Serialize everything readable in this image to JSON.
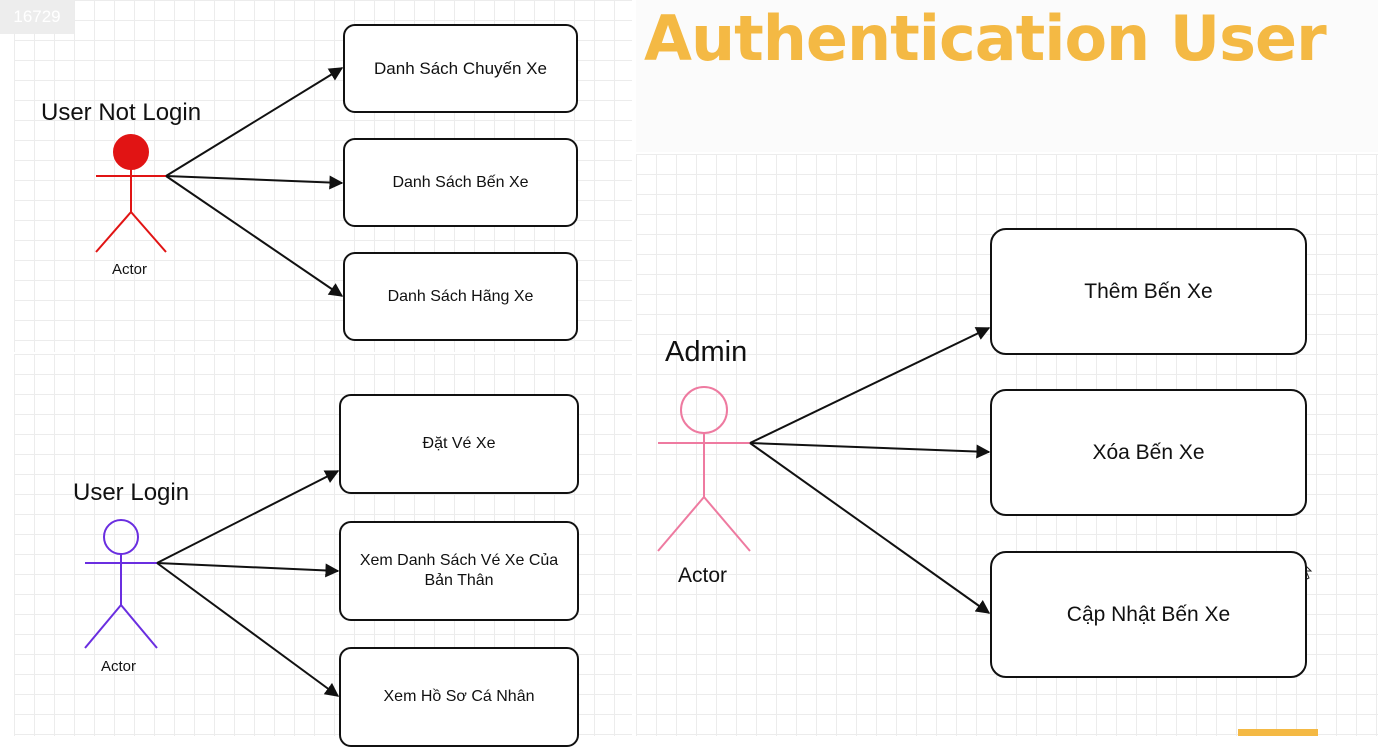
{
  "frame_id": "16729",
  "title": "Authentication User",
  "diagrams": {
    "not_login": {
      "role": "User Not Login",
      "actor_label": "Actor",
      "color": "#e11414",
      "use_cases": [
        "Danh Sách Chuyến Xe",
        "Danh Sách Bến Xe",
        "Danh Sách Hãng Xe"
      ]
    },
    "login": {
      "role": "User Login",
      "actor_label": "Actor",
      "color": "#6a2ee0",
      "use_cases": [
        "Đặt Vé Xe",
        "Xem Danh Sách Vé Xe Của Bản Thân",
        "Xem Hồ Sơ Cá Nhân"
      ]
    },
    "admin": {
      "role": "Admin",
      "actor_label": "Actor",
      "color": "#ee7aa0",
      "use_cases": [
        "Thêm Bến Xe",
        "Xóa Bến Xe",
        "Cập Nhật Bến Xe"
      ]
    }
  }
}
